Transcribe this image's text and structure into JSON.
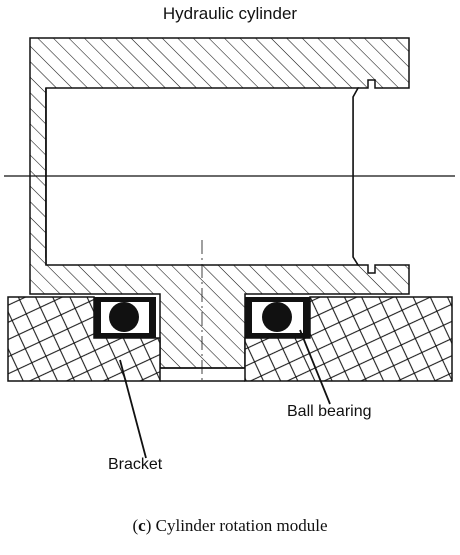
{
  "diagram": {
    "title": "Hydraulic cylinder",
    "labels": {
      "bracket": "Bracket",
      "ball_bearing": "Ball bearing"
    },
    "caption": {
      "letter": "c",
      "text": "Cylinder rotation module"
    },
    "colors": {
      "line": "#111111",
      "background": "#ffffff"
    }
  }
}
